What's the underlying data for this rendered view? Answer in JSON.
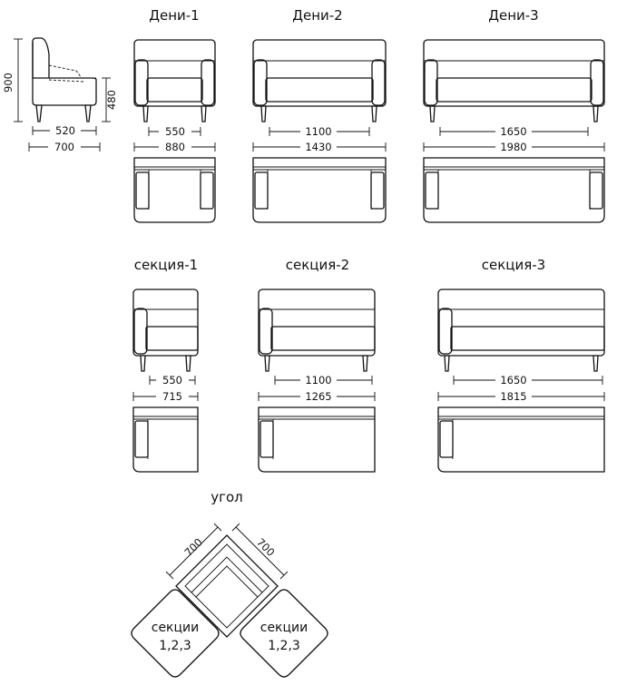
{
  "side_view": {
    "height_total": "900",
    "seat_height": "480",
    "seat_depth": "520",
    "total_depth": "700"
  },
  "sofas": [
    {
      "title": "Дени-1",
      "seat_width": "550",
      "total_width": "880"
    },
    {
      "title": "Дени-2",
      "seat_width": "1100",
      "total_width": "1430"
    },
    {
      "title": "Дени-3",
      "seat_width": "1650",
      "total_width": "1980"
    }
  ],
  "sections": [
    {
      "title": "секция-1",
      "seat_width": "550",
      "total_width": "715"
    },
    {
      "title": "секция-2",
      "seat_width": "1100",
      "total_width": "1265"
    },
    {
      "title": "секция-3",
      "seat_width": "1650",
      "total_width": "1815"
    }
  ],
  "corner": {
    "title": "угол",
    "dim_left": "700",
    "dim_right": "700",
    "left_label_line1": "секции",
    "left_label_line2": "1,2,3",
    "right_label_line1": "секции",
    "right_label_line2": "1,2,3"
  }
}
